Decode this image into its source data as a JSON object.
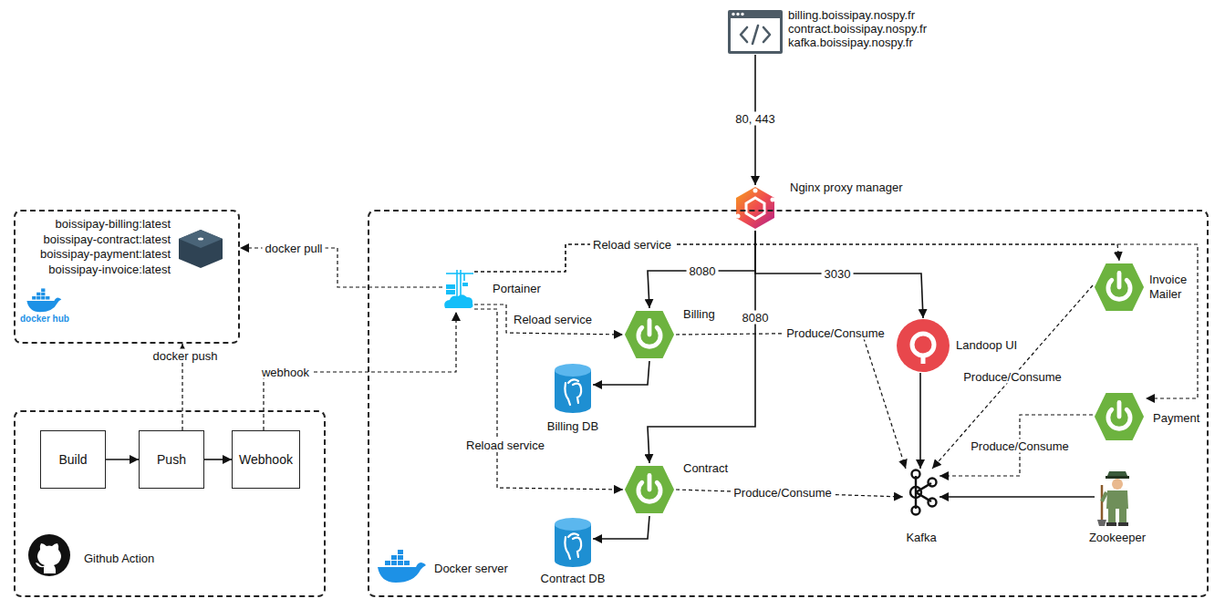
{
  "diagram": {
    "nodes": [
      {
        "text": [
          "billing.boissipay.nospy.fr contract.boissipay.nospy.fr kafka.boissipay.nospy.fr"
        ]
      },
      {
        "text": [
          "Nginx proxy manager"
        ]
      },
      {
        "text": [
          "boissipay-billing:latest boissipay-contract:latest boissipay-payment:latest boissipay-invoice:latest"
        ]
      },
      {
        "text": [
          "Github Action"
        ]
      },
      {
        "text": [
          "Build"
        ],
        "in": 3
      },
      {
        "text": [
          "Push"
        ],
        "in": 3
      },
      {
        "text": [
          "Webhook"
        ],
        "in": 3
      },
      {
        "text": [
          "Docker server"
        ]
      },
      {
        "text": [
          "Portainer"
        ],
        "in": 7
      },
      {
        "text": [
          "Billing"
        ],
        "in": 7
      },
      {
        "text": [
          "Billing DB"
        ],
        "in": 7
      },
      {
        "text": [
          "Contract"
        ],
        "in": 7
      },
      {
        "text": [
          "Contract DB"
        ],
        "in": 7
      },
      {
        "text": [
          "Landoop UI"
        ],
        "in": 7
      },
      {
        "text": [
          "Kafka"
        ],
        "in": 7
      },
      {
        "text": [
          "Invoice Mailer"
        ],
        "in": 7
      },
      {
        "text": [
          "Payment"
        ],
        "in": 7
      },
      {
        "text": [
          "Zookeeper"
        ],
        "in": 7
      }
    ],
    "edges": [
      {
        "from": 0,
        "to": 1,
        "label": "80, 443",
        "arrow": "to"
      },
      {
        "from": 8,
        "to": 2,
        "label": "docker pull",
        "arrow": "to"
      },
      {
        "from": 5,
        "to": 2,
        "label": "docker push",
        "arrow": "to"
      },
      {
        "from": 6,
        "to": 8,
        "label": "webhook",
        "arrow": "to"
      },
      {
        "from": 4,
        "to": 5,
        "arrow": "to"
      },
      {
        "from": 5,
        "to": 6,
        "arrow": "to"
      },
      {
        "from": 1,
        "to": 9,
        "label": "8080",
        "arrow": "to"
      },
      {
        "from": 1,
        "to": 11,
        "label": "8080",
        "arrow": "to"
      },
      {
        "from": 1,
        "to": 13,
        "label": "3030",
        "arrow": "to"
      },
      {
        "from": 8,
        "to": 15,
        "label": "Reload service",
        "arrow": "to"
      },
      {
        "from": 8,
        "to": 16,
        "arrow": "to"
      },
      {
        "from": 8,
        "to": 9,
        "label": "Reload service",
        "arrow": "to"
      },
      {
        "from": 8,
        "to": 11,
        "label": "Reload service",
        "arrow": "to"
      },
      {
        "from": 9,
        "to": 10,
        "arrow": "to"
      },
      {
        "from": 11,
        "to": 12,
        "arrow": "to"
      },
      {
        "from": 9,
        "to": 14,
        "label": "Produce/Consume",
        "arrow": "to"
      },
      {
        "from": 11,
        "to": 14,
        "label": "Produce/Consume",
        "arrow": "to"
      },
      {
        "from": 15,
        "to": 14,
        "label": "Produce/Consume",
        "arrow": "to"
      },
      {
        "from": 16,
        "to": 14,
        "label": "Produce/Consume",
        "arrow": "to"
      },
      {
        "from": 13,
        "to": 14,
        "arrow": "to"
      },
      {
        "from": 17,
        "to": 14,
        "arrow": "to"
      }
    ],
    "labels": [
      "docker hub"
    ]
  }
}
